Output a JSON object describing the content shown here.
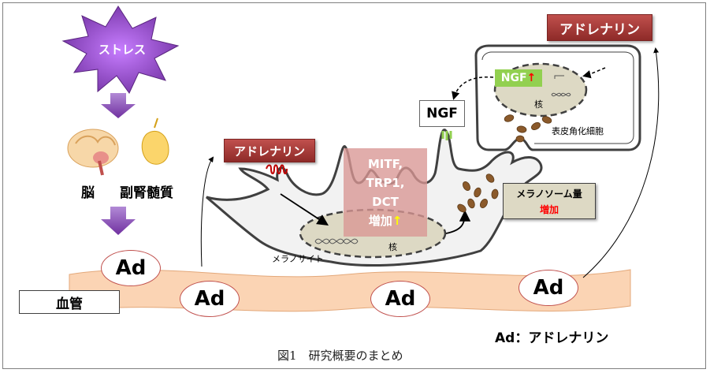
{
  "stress": {
    "label": "ストレス",
    "color": "#7030a0"
  },
  "brain_label": "脳",
  "adrenal_label": "副腎髄質",
  "adrenaline_box_left": "アドレナリン",
  "adrenaline_box_right": "アドレナリン",
  "transcription": {
    "line1": "MITF,",
    "line2": "TRP1,",
    "line3": "DCT",
    "increase": "増加",
    "arrow": "↑"
  },
  "ngf_box": "NGF",
  "ngf_nucleus": {
    "label": "NGF",
    "arrow": "↑"
  },
  "nucleus_label_keratinocyte": "核",
  "nucleus_label_melanocyte": "核",
  "keratinocyte_label": "表皮角化細胞",
  "melanocyte_label": "メラノサイト",
  "melanosome": {
    "line1": "メラノソーム量",
    "line2": "増加"
  },
  "ad_token": "Ad",
  "blood_vessel_label": "血管",
  "legend": "Ad：アドレナリン",
  "caption": "図1　研究概要のまとめ",
  "colors": {
    "red_box": "#c0504d",
    "purple": "#7030a0",
    "vessel": "#fbd4b4",
    "melanin": "#8b5a2b",
    "green": "#92d050"
  }
}
